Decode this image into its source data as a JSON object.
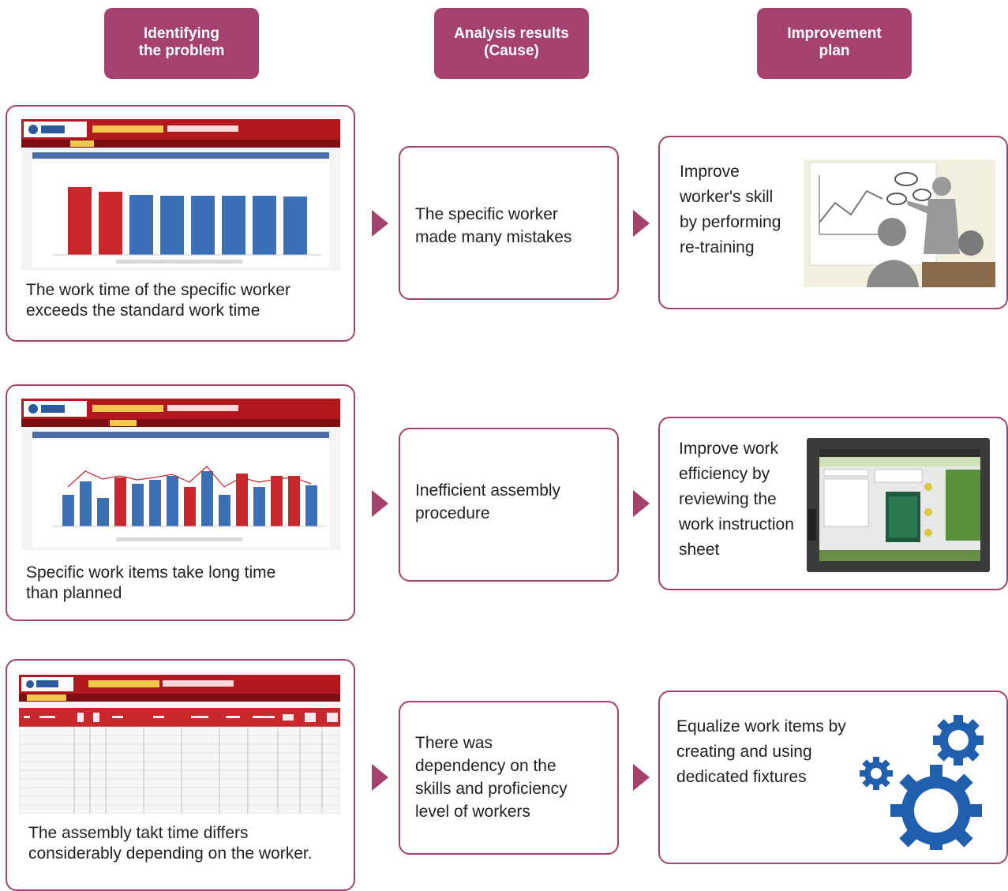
{
  "columns": {
    "problem": [
      "Identifying",
      "the problem"
    ],
    "cause": [
      "Analysis results",
      "(Cause)"
    ],
    "plan": [
      "Improvement",
      "plan"
    ]
  },
  "rows": [
    {
      "problem_lines": [
        "The work time of the specific worker",
        "exceeds the standard work time"
      ],
      "cause_lines": [
        "The specific worker",
        "made many mistakes"
      ],
      "plan_lines": [
        "Improve",
        "worker's skill",
        "by performing",
        "re-training"
      ]
    },
    {
      "problem_lines": [
        "Specific work items take long time",
        "than planned"
      ],
      "cause_lines": [
        "Inefficient assembly",
        "procedure"
      ],
      "plan_lines": [
        "Improve work",
        "efficiency by",
        "reviewing the",
        "work instruction",
        "sheet"
      ]
    },
    {
      "problem_lines": [
        "The assembly takt time differs",
        "considerably depending on the worker."
      ],
      "cause_lines": [
        "There was",
        "dependency on the",
        "skills and proficiency",
        "level of workers"
      ],
      "plan_lines": [
        "Equalize work items by",
        "creating and using",
        "dedicated fixtures"
      ]
    }
  ],
  "colors": {
    "accent": "#a4416f",
    "dashboard_red": "#b3181e",
    "bar_red": "#c9272c",
    "bar_blue": "#3b6fb6",
    "gear_blue": "#1f5fae"
  },
  "icons": [
    "arrow-right-icon",
    "gear-icon",
    "presentation-illustration",
    "touch-panel-illustration"
  ]
}
